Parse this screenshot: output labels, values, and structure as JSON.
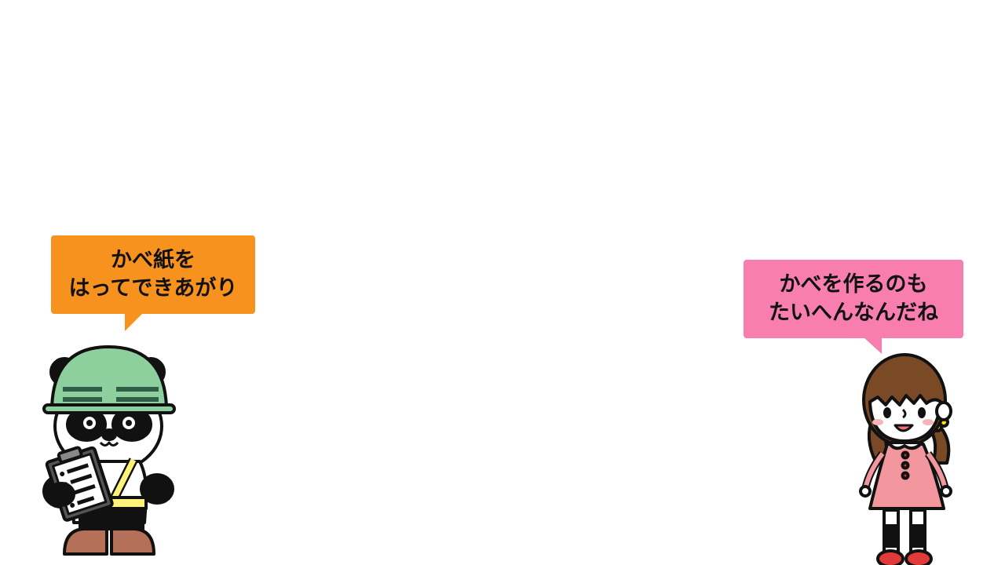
{
  "left_bubble": {
    "lines": [
      "かべ紙を",
      "はってできあがり"
    ],
    "color": "#F7921E"
  },
  "right_bubble": {
    "lines": [
      "かべを作るのも",
      "たいへんなんだね"
    ],
    "color": "#F77EAE"
  },
  "characters": {
    "left": "panda-construction-worker-icon",
    "right": "girl-icon"
  },
  "colors": {
    "helmet": "#8ECF9E",
    "vest": "#FFF27A",
    "boots": "#B5705A",
    "girl_hair": "#7A4A26",
    "girl_dress": "#F2979E",
    "girl_shoes": "#E03A3A"
  }
}
